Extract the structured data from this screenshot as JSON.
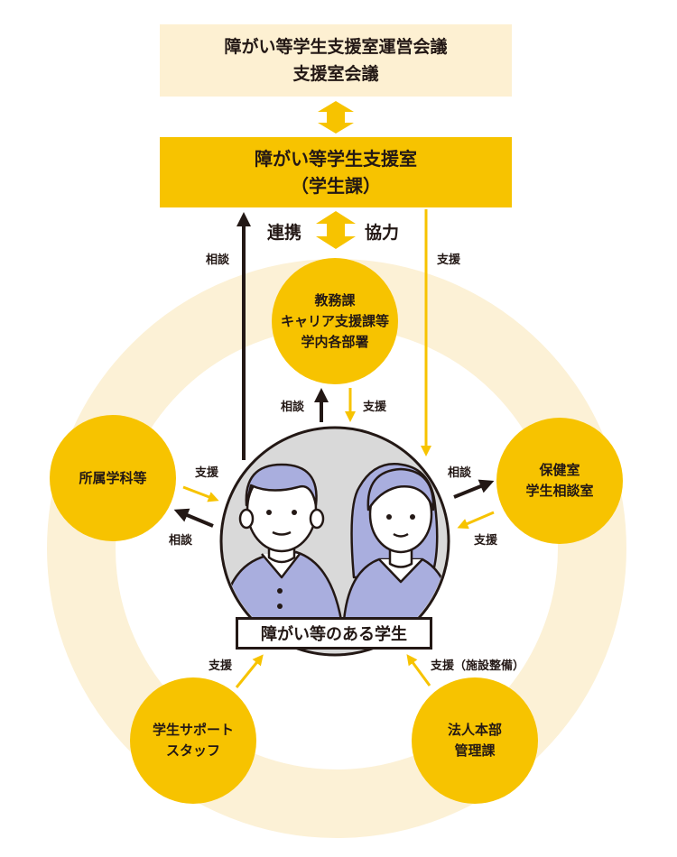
{
  "top_box": {
    "line1": "障がい等学生支援室運営会議",
    "line2": "支援室会議"
  },
  "main_box": {
    "line1": "障がい等学生支援室",
    "line2": "（学生課）"
  },
  "link": {
    "left": "連携",
    "right": "協力"
  },
  "nodes": {
    "academic": {
      "line1": "教務課",
      "line2": "キャリア支援課等",
      "line3": "学内各部署"
    },
    "faculty": {
      "line1": "所属学科等"
    },
    "health": {
      "line1": "保健室",
      "line2": "学生相談室"
    },
    "staff": {
      "line1": "学生サポート",
      "line2": "スタッフ"
    },
    "admin": {
      "line1": "法人本部",
      "line2": "管理課"
    }
  },
  "student_label": "障がい等のある学生",
  "arrow_labels": {
    "consult_to_office": "相談",
    "support_from_office": "支援",
    "consult_to_academic": "相談",
    "support_from_academic": "支援",
    "support_from_faculty": "支援",
    "consult_to_faculty": "相談",
    "consult_to_health": "相談",
    "support_from_health": "支援",
    "support_from_staff": "支援",
    "support_from_admin": "支援（施設整備）"
  },
  "colors": {
    "accent": "#f7c300",
    "light_accent": "#fdf0d2",
    "ring": "#fcf1d6",
    "dark": "#231815",
    "student_circle": "#d9d9d9",
    "clothing": "#a9aede"
  }
}
